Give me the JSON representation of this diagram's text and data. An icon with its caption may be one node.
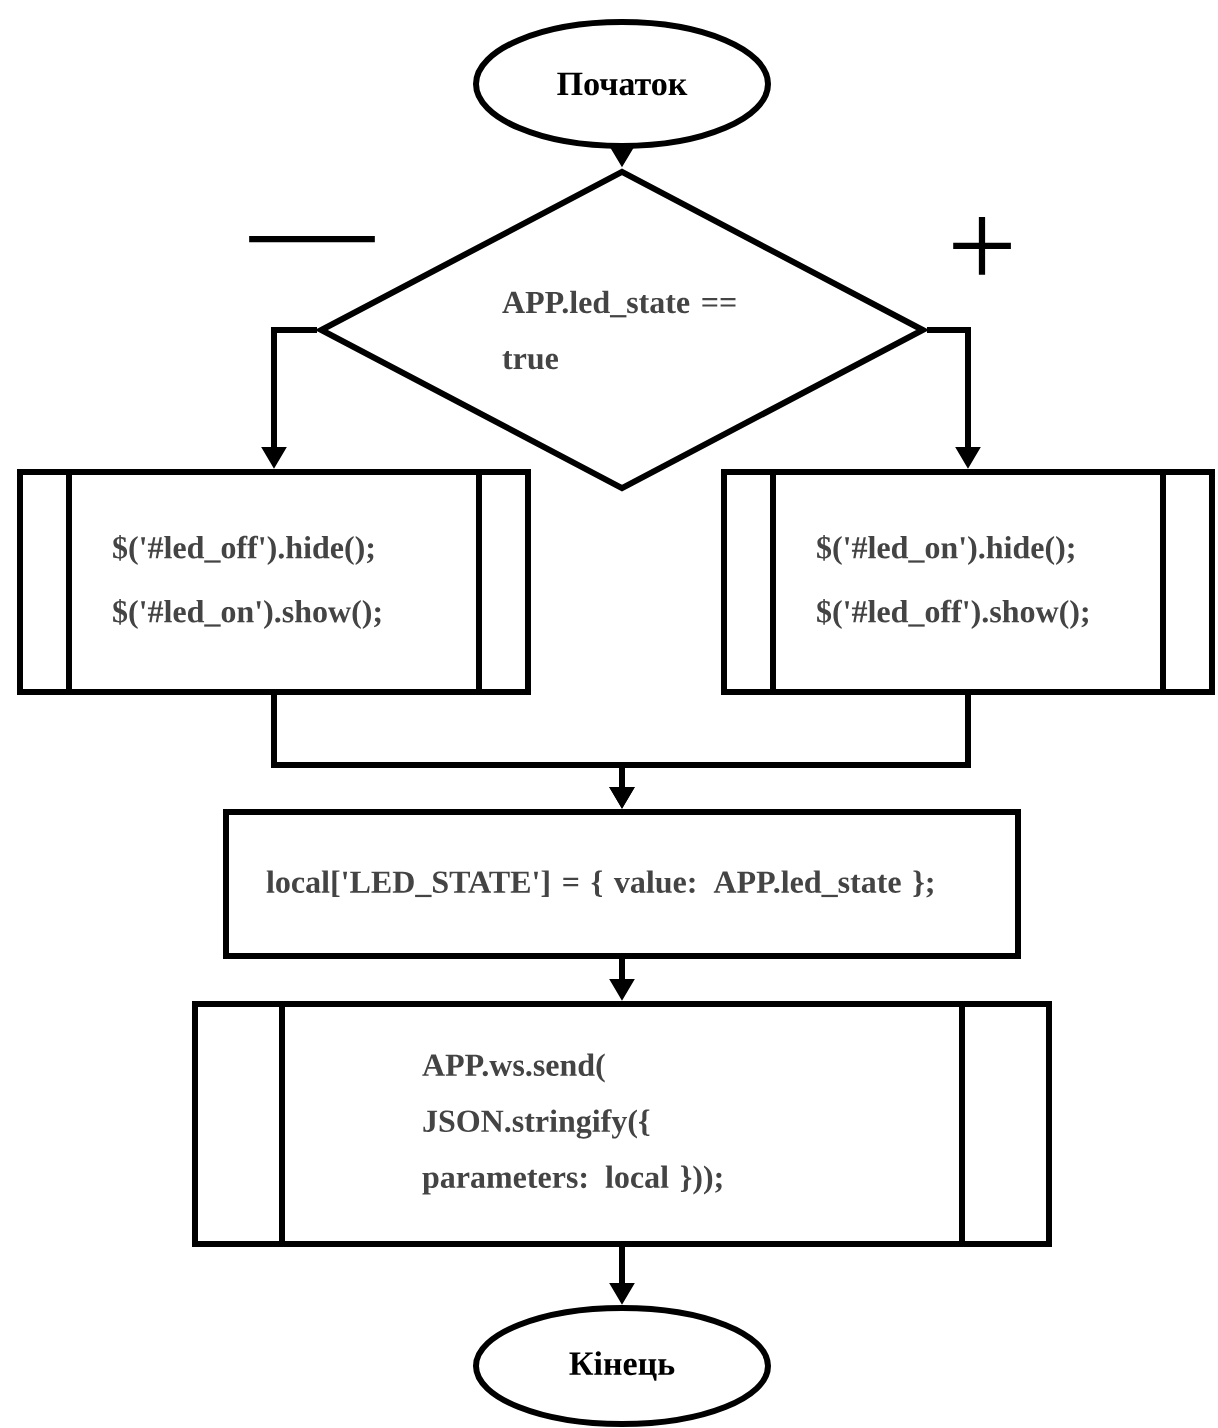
{
  "diagram": {
    "nodes": [
      {
        "text": [
          "Початок"
        ]
      },
      {
        "text": [
          "APP.led_state == true"
        ]
      },
      {
        "text": [
          "$('#led_off').hide();",
          "$('#led_on').show();"
        ]
      },
      {
        "text": [
          "$('#led_on').hide();",
          "$('#led_off').show();"
        ]
      },
      {
        "text": [
          "local['LED_STATE'] = { value: APP.led_state };"
        ]
      },
      {
        "text": [
          "APP.ws.send( JSON.stringify({ parameters: local }));"
        ]
      },
      {
        "text": [
          "Кінець"
        ]
      }
    ],
    "edges": [
      {
        "from": 0,
        "to": 1,
        "arrow": "to"
      },
      {
        "from": 1,
        "to": 2,
        "arrow": "to"
      },
      {
        "from": 1,
        "to": 3,
        "arrow": "to"
      },
      {
        "from": 2,
        "to": 4,
        "arrow": "to"
      },
      {
        "from": 3,
        "to": 4,
        "arrow": "to"
      },
      {
        "from": 4,
        "to": 5,
        "arrow": "to"
      },
      {
        "from": 5,
        "to": 6,
        "arrow": "to"
      }
    ],
    "labels": [
      "—",
      "+"
    ]
  }
}
